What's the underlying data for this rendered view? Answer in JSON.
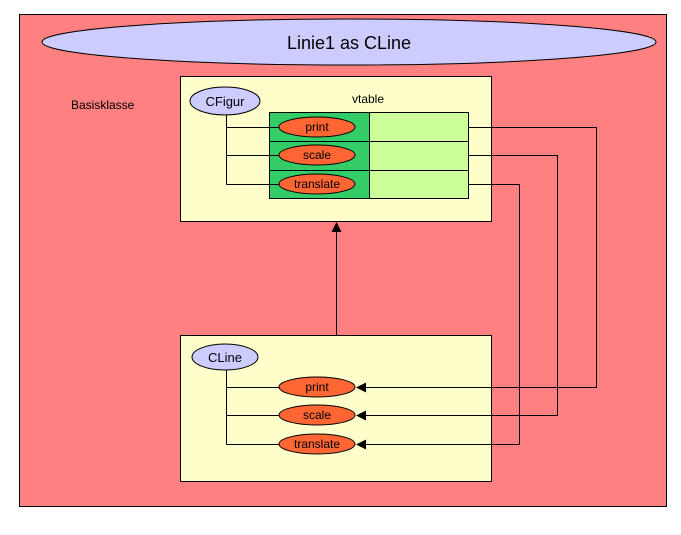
{
  "diagram": {
    "title": "Linie1 as CLine",
    "side_label": "Basisklasse",
    "base_class": {
      "name": "CFigur",
      "vtable_label": "vtable",
      "methods": [
        "print",
        "scale",
        "translate"
      ]
    },
    "derived_class": {
      "name": "CLine",
      "methods": [
        "print",
        "scale",
        "translate"
      ]
    }
  },
  "colors": {
    "outer_background": "#ff8080",
    "title_ellipse_fill": "#ccccff",
    "class_box_fill": "#ffffcc",
    "vtable_left_fill": "#33cc66",
    "vtable_right_fill": "#ccff99",
    "method_pill_fill": "#ff6633",
    "class_name_ellipse_fill": "#ccccff",
    "line_color": "#000000"
  }
}
